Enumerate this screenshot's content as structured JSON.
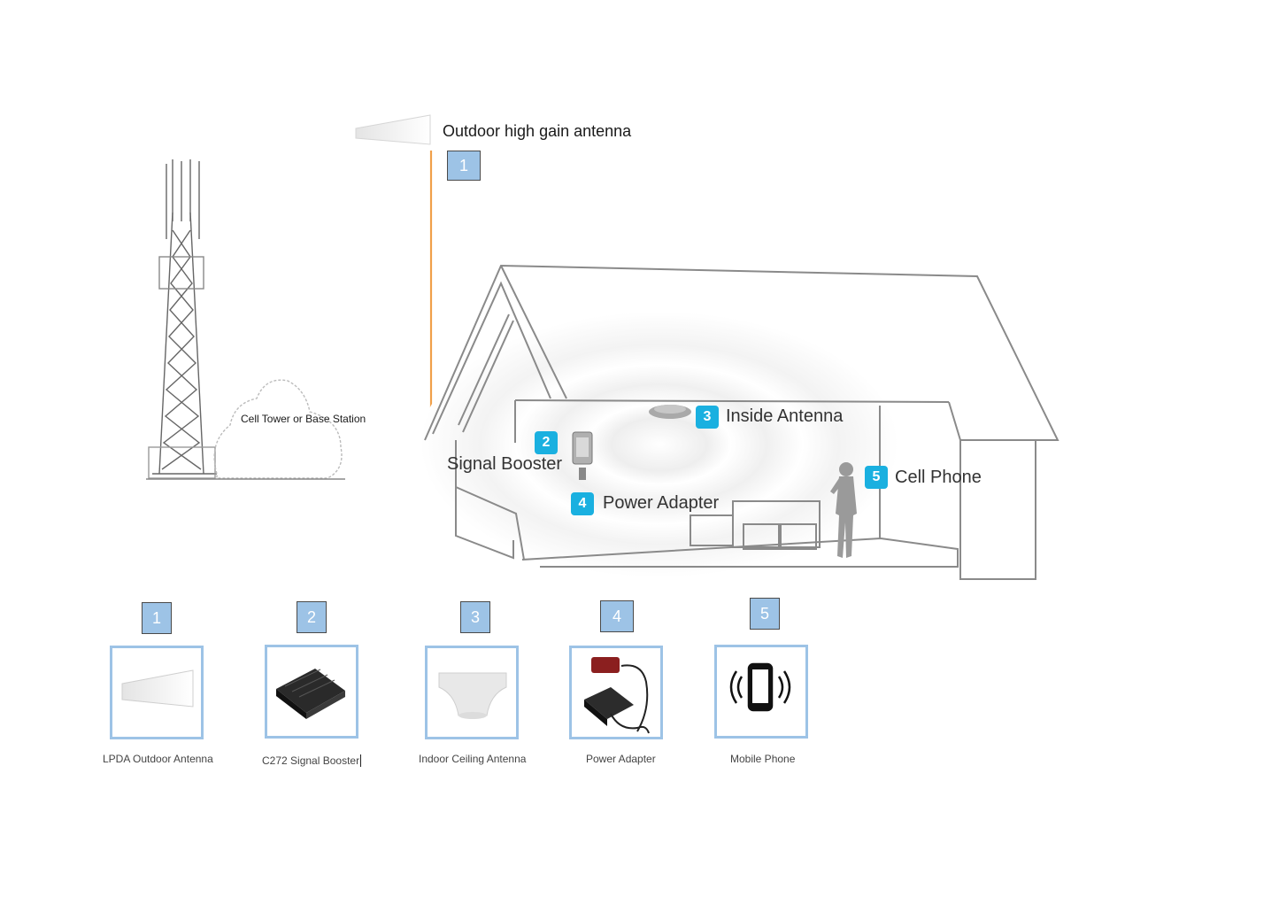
{
  "diagram": {
    "outdoor_antenna_title": "Outdoor high gain antenna",
    "outdoor_antenna_badge": "1",
    "tower_label": "Cell Tower or Base Station",
    "callouts": [
      {
        "num": "2",
        "label": "Signal Booster"
      },
      {
        "num": "3",
        "label": "Inside Antenna"
      },
      {
        "num": "4",
        "label": "Power Adapter"
      },
      {
        "num": "5",
        "label": "Cell Phone"
      }
    ],
    "cable_color": "#f0a04a",
    "badge_color": "#9dc3e6",
    "callout_color": "#1ab0e0"
  },
  "components": [
    {
      "num": "1",
      "caption": "LPDA Outdoor Antenna",
      "icon": "lpda-antenna-icon"
    },
    {
      "num": "2",
      "caption": "C272 Signal Booster",
      "icon": "signal-booster-icon"
    },
    {
      "num": "3",
      "caption": "Indoor Ceiling Antenna",
      "icon": "ceiling-antenna-icon"
    },
    {
      "num": "4",
      "caption": "Power Adapter",
      "icon": "power-adapter-icon"
    },
    {
      "num": "5",
      "caption": "Mobile Phone",
      "icon": "mobile-phone-icon"
    }
  ]
}
